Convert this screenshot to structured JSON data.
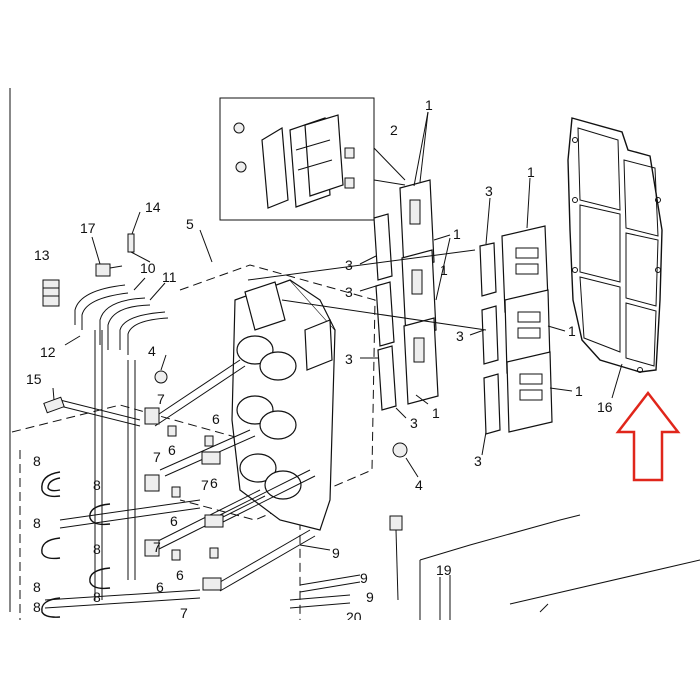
{
  "diagram": {
    "callouts": [
      {
        "id": "c1a",
        "text": "1"
      },
      {
        "id": "c1b",
        "text": "1"
      },
      {
        "id": "c1c",
        "text": "1"
      },
      {
        "id": "c1d",
        "text": "1"
      },
      {
        "id": "c1e",
        "text": "1"
      },
      {
        "id": "c1f",
        "text": "1"
      },
      {
        "id": "c1g",
        "text": "1"
      },
      {
        "id": "c2",
        "text": "2"
      },
      {
        "id": "c3a",
        "text": "3"
      },
      {
        "id": "c3b",
        "text": "3"
      },
      {
        "id": "c3c",
        "text": "3"
      },
      {
        "id": "c3d",
        "text": "3"
      },
      {
        "id": "c3e",
        "text": "3"
      },
      {
        "id": "c3f",
        "text": "3"
      },
      {
        "id": "c3g",
        "text": "3"
      },
      {
        "id": "c4a",
        "text": "4"
      },
      {
        "id": "c4b",
        "text": "4"
      },
      {
        "id": "c5",
        "text": "5"
      },
      {
        "id": "c6a",
        "text": "6"
      },
      {
        "id": "c6b",
        "text": "6"
      },
      {
        "id": "c6c",
        "text": "6"
      },
      {
        "id": "c6d",
        "text": "6"
      },
      {
        "id": "c6e",
        "text": "6"
      },
      {
        "id": "c6f",
        "text": "6"
      },
      {
        "id": "c7a",
        "text": "7"
      },
      {
        "id": "c7b",
        "text": "7"
      },
      {
        "id": "c7c",
        "text": "7"
      },
      {
        "id": "c7d",
        "text": "7"
      },
      {
        "id": "c7e",
        "text": "7"
      },
      {
        "id": "c8a",
        "text": "8"
      },
      {
        "id": "c8b",
        "text": "8"
      },
      {
        "id": "c8c",
        "text": "8"
      },
      {
        "id": "c8d",
        "text": "8"
      },
      {
        "id": "c8e",
        "text": "8"
      },
      {
        "id": "c8f",
        "text": "8"
      },
      {
        "id": "c8g",
        "text": "8"
      },
      {
        "id": "c9a",
        "text": "9"
      },
      {
        "id": "c9b",
        "text": "9"
      },
      {
        "id": "c9c",
        "text": "9"
      },
      {
        "id": "c10",
        "text": "10"
      },
      {
        "id": "c11",
        "text": "11"
      },
      {
        "id": "c12",
        "text": "12"
      },
      {
        "id": "c13",
        "text": "13"
      },
      {
        "id": "c14",
        "text": "14"
      },
      {
        "id": "c15",
        "text": "15"
      },
      {
        "id": "c16",
        "text": "16"
      },
      {
        "id": "c17",
        "text": "17"
      },
      {
        "id": "c19",
        "text": "19"
      },
      {
        "id": "c20",
        "text": "20"
      }
    ],
    "highlight_color": "#e0261b",
    "line_color": "#111111"
  }
}
